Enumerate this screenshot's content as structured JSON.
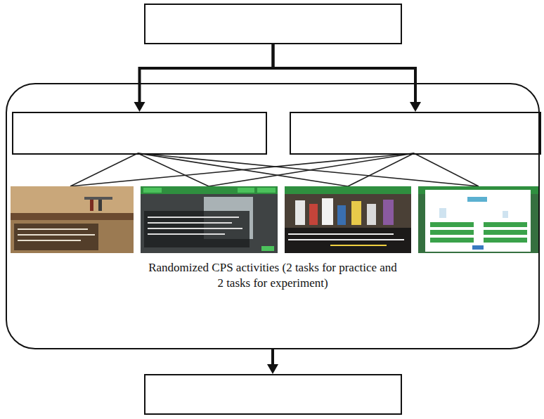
{
  "diagram": {
    "nodes": [
      {
        "text": []
      },
      {
        "text": [
          "Randomized CPS activities (2 tasks for practice and 2 tasks for experiment)"
        ]
      },
      {
        "text": [],
        "in": 1
      },
      {
        "text": [],
        "in": 1
      },
      {
        "text": []
      }
    ],
    "edges": [
      {
        "from": 0,
        "to": 2,
        "arrow": "to"
      },
      {
        "from": 0,
        "to": 3,
        "arrow": "to"
      },
      {
        "from": 1,
        "to": 4,
        "arrow": "to"
      }
    ]
  }
}
